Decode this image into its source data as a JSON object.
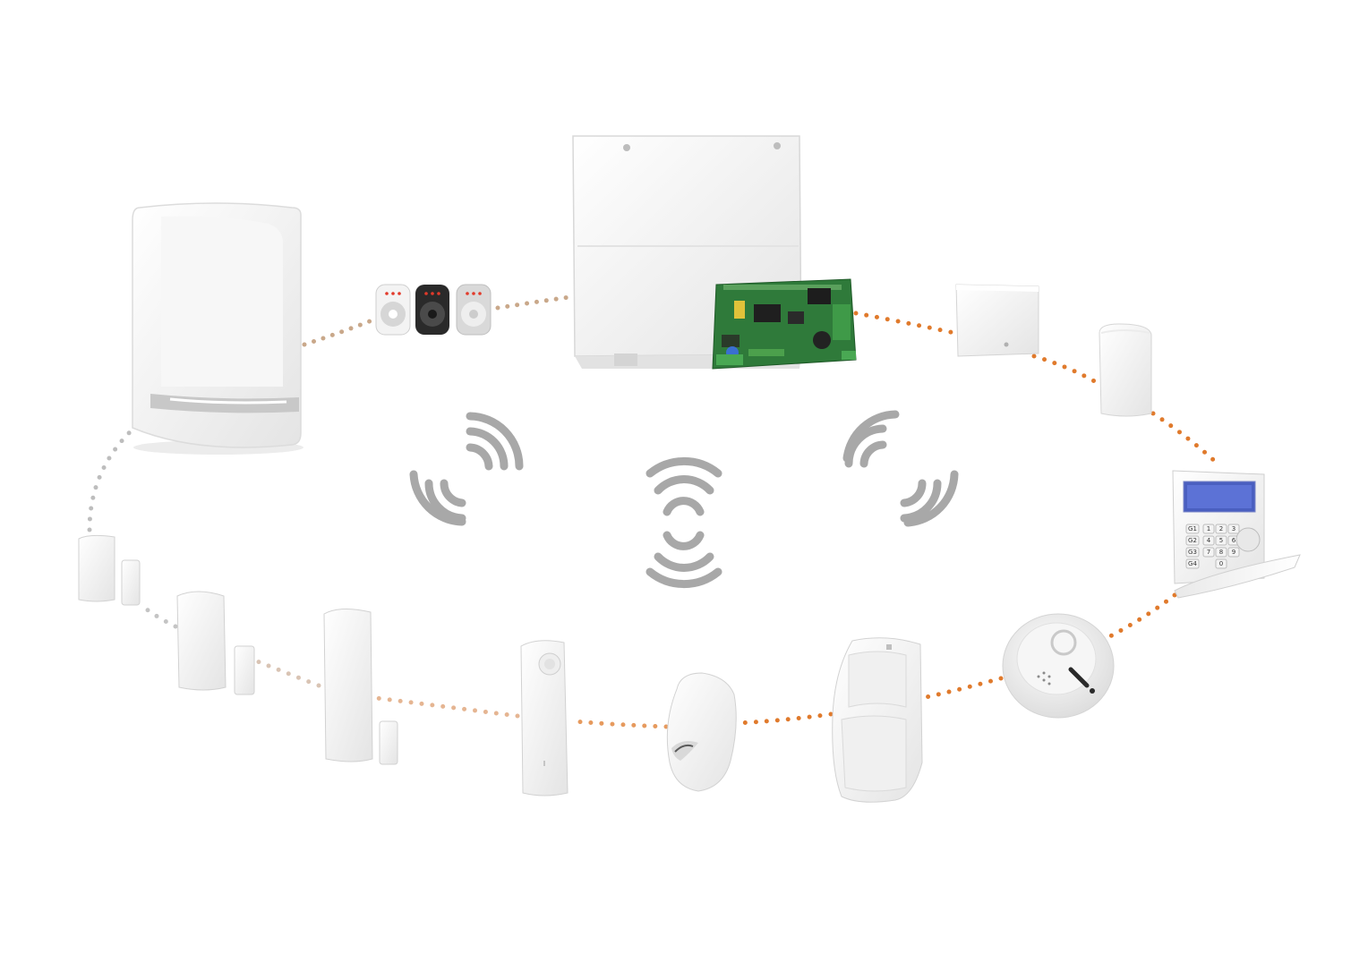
{
  "diagram": {
    "colors": {
      "background": "#ffffff",
      "wired_link": "#e07a2c",
      "wireless_link": "#c9a88a",
      "grey_link": "#b9b9b9",
      "signal_wave": "#a8a8a8",
      "device_body": "#f2f2f2",
      "device_shadow": "#d6d6d6",
      "pcb_green": "#2f7a3a",
      "keypad_lcd": "#4a5fc0"
    },
    "devices": [
      {
        "id": "outdoor-siren",
        "icon": "siren-icon"
      },
      {
        "id": "remote-keyfobs",
        "icon": "keyfob-icon"
      },
      {
        "id": "control-panel-enclosure",
        "icon": "enclosure-icon"
      },
      {
        "id": "control-board",
        "icon": "pcb-icon"
      },
      {
        "id": "expansion-module",
        "icon": "module-icon"
      },
      {
        "id": "wireless-receiver",
        "icon": "receiver-icon"
      },
      {
        "id": "lcd-keypad",
        "icon": "keypad-icon"
      },
      {
        "id": "smoke-detector",
        "icon": "smoke-detector-icon"
      },
      {
        "id": "dual-tech-pir-detector",
        "icon": "pir-detector-icon"
      },
      {
        "id": "mini-pir-detector",
        "icon": "pir-detector-icon"
      },
      {
        "id": "curtain-detector",
        "icon": "curtain-detector-icon"
      },
      {
        "id": "large-door-contact",
        "icon": "door-contact-icon"
      },
      {
        "id": "medium-door-contact",
        "icon": "door-contact-icon"
      },
      {
        "id": "small-door-contact",
        "icon": "door-contact-icon"
      }
    ],
    "wireless_signals": [
      "wifi-left-icon",
      "wifi-center-icon",
      "wifi-right-icon"
    ],
    "keypad_labels": [
      "G1",
      "G2",
      "G3",
      "G4",
      "1",
      "2",
      "3",
      "4",
      "5",
      "6",
      "7",
      "8",
      "9",
      "0"
    ]
  }
}
